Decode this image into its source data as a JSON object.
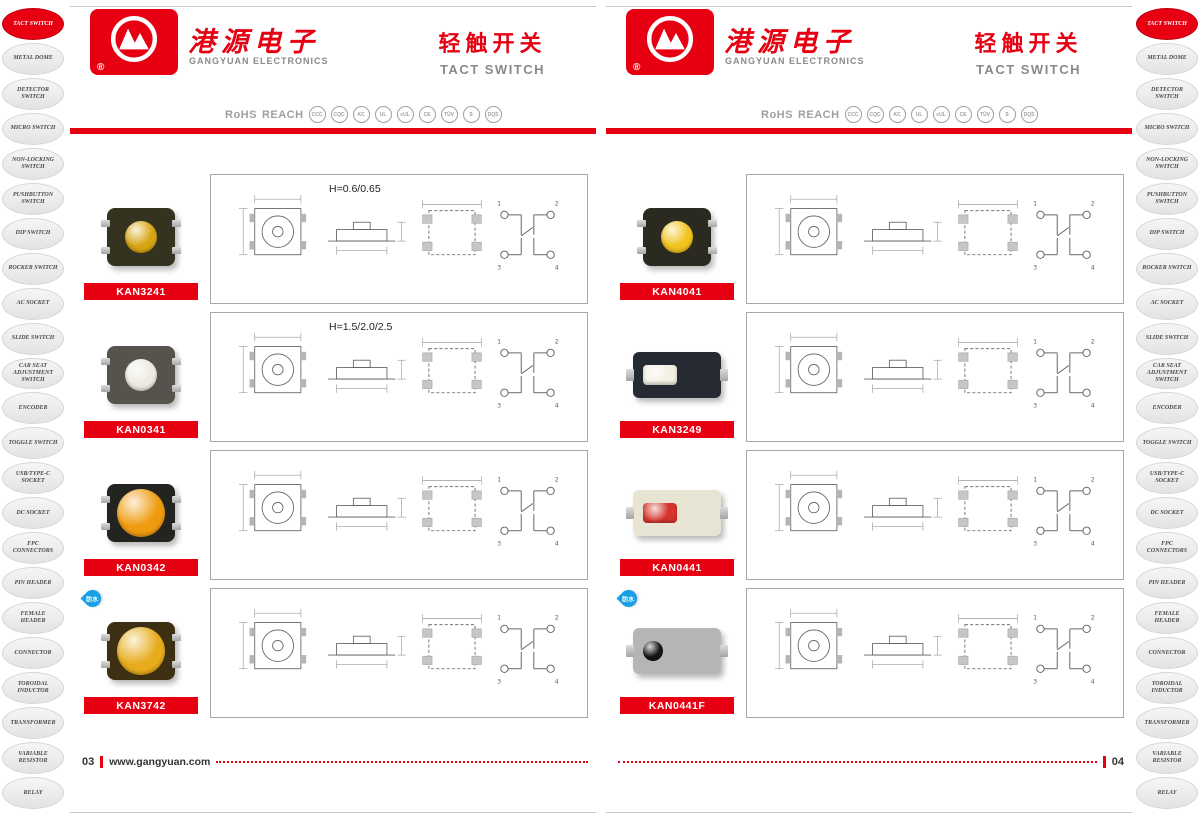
{
  "page": {
    "left_number": "03",
    "right_number": "04",
    "website": "www.gangyuan.com"
  },
  "brand": {
    "name_cn": "港源电子",
    "name_en": "GANGYUAN  ELECTRONICS",
    "registered_mark": "®",
    "title_cn": "轻触开关",
    "title_en": "TACT SWITCH",
    "accent_color": "#e60012"
  },
  "waterproof_label": "防水",
  "certifications": {
    "text_marks": [
      "RoHS",
      "REACH"
    ],
    "badges": [
      "CCC",
      "CQC",
      "KC",
      "UL",
      "cUL",
      "CE",
      "TÜV",
      "S",
      "DQS"
    ]
  },
  "sidebar": {
    "items": [
      {
        "label": "TACT SWITCH",
        "active": true
      },
      {
        "label": "METAL DOME",
        "active": false
      },
      {
        "label": "DETECTOR SWITCH",
        "active": false
      },
      {
        "label": "MICRO SWITCH",
        "active": false
      },
      {
        "label": "NON-LOCKING SWITCH",
        "active": false
      },
      {
        "label": "PUSHBUTTON SWITCH",
        "active": false
      },
      {
        "label": "DIP SWITCH",
        "active": false
      },
      {
        "label": "ROCKER SWITCH",
        "active": false
      },
      {
        "label": "AC SOCKET",
        "active": false
      },
      {
        "label": "SLIDE SWITCH",
        "active": false
      },
      {
        "label": "CAR SEAT ADJUSTMENT SWITCH",
        "active": false
      },
      {
        "label": "ENCODER",
        "active": false
      },
      {
        "label": "TOGGLE SWITCH",
        "active": false
      },
      {
        "label": "USB/Type-C SOCKET",
        "active": false
      },
      {
        "label": "DC SOCKET",
        "active": false
      },
      {
        "label": "FPC CONNECTORS",
        "active": false
      },
      {
        "label": "PIN HEADER",
        "active": false
      },
      {
        "label": "FEMALE HEADER",
        "active": false
      },
      {
        "label": "CONNECTOR",
        "active": false
      },
      {
        "label": "TOROIDAL INDUCTOR",
        "active": false
      },
      {
        "label": "TRANSFORMER",
        "active": false
      },
      {
        "label": "VARIABLE RESISTOR",
        "active": false
      },
      {
        "label": "RELAY",
        "active": false
      }
    ]
  },
  "pages": {
    "left": {
      "products": [
        {
          "model": "KAN3241",
          "note": "H=0.6/0.65",
          "waterproof": false,
          "body_shape": "square",
          "body_color": "#35321f",
          "button_shape": "circle",
          "button_color": "#d7a514",
          "button_size": "md",
          "button_pos": "center"
        },
        {
          "model": "KAN0341",
          "note": "H=1.5/2.0/2.5",
          "waterproof": false,
          "body_shape": "square",
          "body_color": "#55534c",
          "button_shape": "circle",
          "button_color": "#eceae2",
          "button_size": "md",
          "button_pos": "center"
        },
        {
          "model": "KAN0342",
          "note": "",
          "waterproof": false,
          "body_shape": "square",
          "body_color": "#232320",
          "button_shape": "circle",
          "button_color": "#ef9b10",
          "button_size": "lg",
          "button_pos": "center"
        },
        {
          "model": "KAN3742",
          "note": "",
          "waterproof": true,
          "body_shape": "square",
          "body_color": "#3c2f12",
          "button_shape": "circle",
          "button_color": "#e7ab1c",
          "button_size": "lg",
          "button_pos": "center"
        }
      ]
    },
    "right": {
      "products": [
        {
          "model": "KAN4041",
          "note": "",
          "waterproof": false,
          "body_shape": "square",
          "body_color": "#2b2a20",
          "button_shape": "circle",
          "button_color": "#f2c31c",
          "button_size": "md",
          "button_pos": "center"
        },
        {
          "model": "KAN3249",
          "note": "",
          "waterproof": false,
          "body_shape": "rect",
          "body_color": "#262a33",
          "button_shape": "rect",
          "button_color": "#f3f0e4",
          "button_size": "md",
          "button_pos": "left"
        },
        {
          "model": "KAN0441",
          "note": "",
          "waterproof": false,
          "body_shape": "rect",
          "body_color": "#e8e4d4",
          "button_shape": "rect",
          "button_color": "#d5342b",
          "button_size": "md",
          "button_pos": "left"
        },
        {
          "model": "KAN0441F",
          "note": "",
          "waterproof": true,
          "body_shape": "rect",
          "body_color": "#b5b5b3",
          "button_shape": "circle",
          "button_color": "#161616",
          "button_size": "sm",
          "button_pos": "left"
        }
      ]
    }
  }
}
